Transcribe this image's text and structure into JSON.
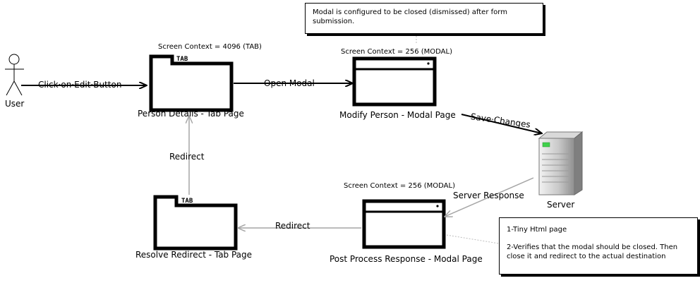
{
  "actors": {
    "user": "User",
    "server": "Server"
  },
  "nodes": {
    "person_details": {
      "label": "Person Details - Tab Page",
      "tab": "TAB",
      "context": "Screen Context = 4096 (TAB)"
    },
    "modify_person": {
      "label": "Modify Person - Modal Page",
      "context": "Screen Context = 256 (MODAL)"
    },
    "post_process": {
      "label": "Post Process Response - Modal Page",
      "context": "Screen Context = 256 (MODAL)"
    },
    "resolve_redirect": {
      "label": "Resolve Redirect - Tab Page",
      "tab": "TAB"
    }
  },
  "edges": {
    "click_edit": "Click·on·Edit·Button",
    "open_modal": "Open·Modal",
    "save_changes": "Save·Changes",
    "server_response": "Server Response",
    "redirect_bottom": "Redirect",
    "redirect_left": "Redirect"
  },
  "notes": {
    "top": "Modal is configured to be closed (dismissed) after form submission.",
    "bottom_line1": "1-Tiny Html page",
    "bottom_line2": "2-Verifies that the modal should be closed. Then close it and redirect to the actual destination"
  },
  "colors": {
    "primary": "#000000",
    "secondary": "#a6a6a6",
    "server_green": "#3fd14a"
  }
}
